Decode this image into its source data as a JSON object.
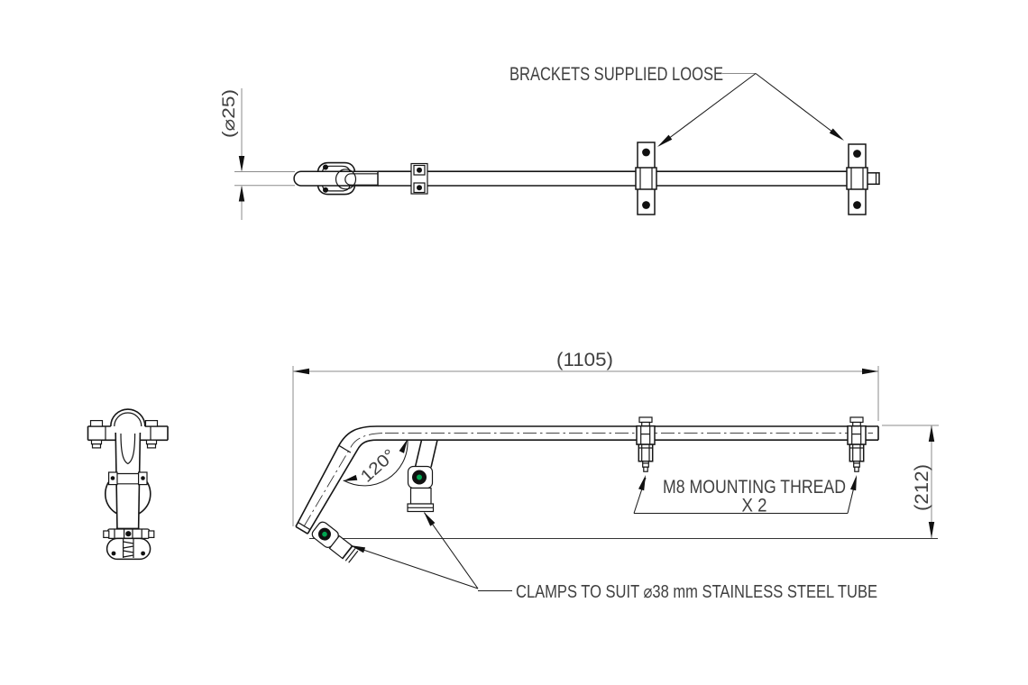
{
  "drawing": {
    "type": "engineering-drawing",
    "notes": {
      "brackets": "BRACKETS SUPPLIED LOOSE",
      "m8_line1": "M8 MOUNTING THREAD",
      "m8_line2": "X 2",
      "clamps": "CLAMPS TO SUIT ⌀38 mm STAINLESS STEEL TUBE"
    },
    "dimensions": {
      "tube_od": "(⌀25)",
      "overall_length": "(1105)",
      "bend_angle": "120°",
      "overall_height": "(212)"
    },
    "colors": {
      "background": "#ffffff",
      "object_line": "#161616",
      "dimension_line": "#8b8b8b",
      "text": "#3f3f3f",
      "bolt_center_green": "#00a651"
    }
  }
}
